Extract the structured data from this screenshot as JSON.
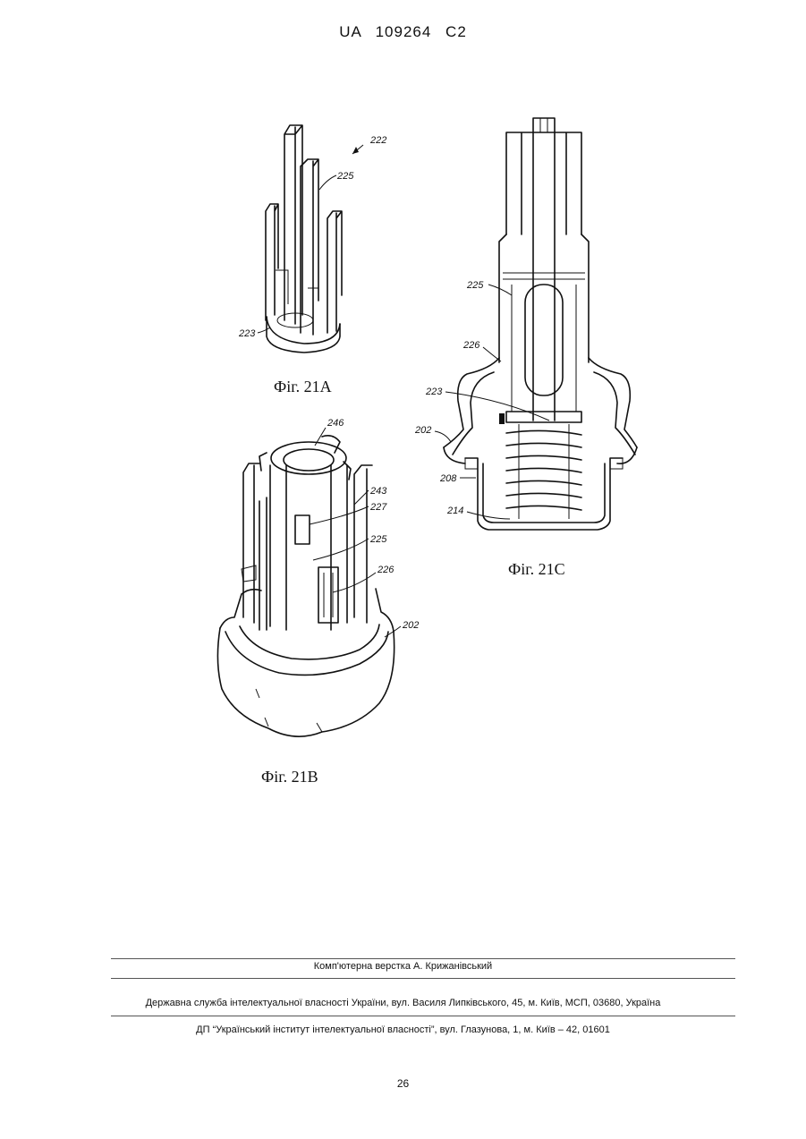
{
  "header": {
    "doc_number": "UA   109264   C2"
  },
  "figures": {
    "fig21a": {
      "caption": "Фіг. 21А",
      "refs": {
        "r222": "222",
        "r225": "225",
        "r223": "223"
      }
    },
    "fig21b": {
      "caption": "Фіг. 21В",
      "refs": {
        "r246": "246",
        "r243": "243",
        "r227": "227",
        "r225": "225",
        "r226": "226",
        "r202": "202"
      }
    },
    "fig21c": {
      "caption": "Фіг. 21С",
      "refs": {
        "r225": "225",
        "r226": "226",
        "r223": "223",
        "r202": "202",
        "r208": "208",
        "r214": "214"
      }
    }
  },
  "footer": {
    "layout_credit": "Комп'ютерна верстка А. Крижанівський",
    "agency": "Державна служба інтелектуальної власності України, вул. Василя Липківського, 45, м. Київ, МСП, 03680, Україна",
    "institute": "ДП “Український інститут інтелектуальної власності”, вул. Глазунова, 1, м. Київ – 42, 01601"
  },
  "page_number": "26"
}
